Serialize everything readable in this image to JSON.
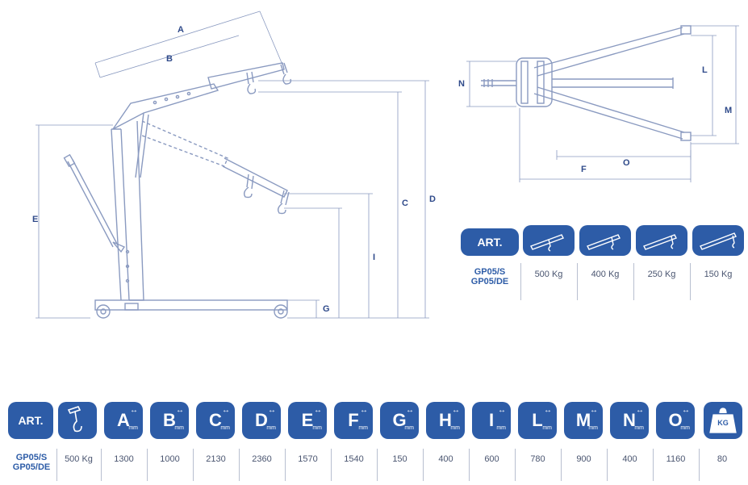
{
  "dimension_letters": [
    "A",
    "B",
    "C",
    "D",
    "E",
    "F",
    "G",
    "I",
    "L",
    "M",
    "N",
    "O"
  ],
  "load_table": {
    "art_label": "ART.",
    "model_line1": "GP05/S",
    "model_line2": "GP05/DE",
    "loads": [
      "500 Kg",
      "400 Kg",
      "250 Kg",
      "150 Kg"
    ]
  },
  "spec_table": {
    "art_label": "ART.",
    "model_line1": "GP05/S",
    "model_line2": "GP05/DE",
    "unit_label": "mm",
    "weight_label": "KG",
    "columns": [
      {
        "key": "A",
        "value": "1300"
      },
      {
        "key": "B",
        "value": "1000"
      },
      {
        "key": "C",
        "value": "2130"
      },
      {
        "key": "D",
        "value": "2360"
      },
      {
        "key": "E",
        "value": "1570"
      },
      {
        "key": "F",
        "value": "1540"
      },
      {
        "key": "G",
        "value": "150"
      },
      {
        "key": "H",
        "value": "400"
      },
      {
        "key": "I",
        "value": "600"
      },
      {
        "key": "L",
        "value": "780"
      },
      {
        "key": "M",
        "value": "900"
      },
      {
        "key": "N",
        "value": "400"
      },
      {
        "key": "O",
        "value": "1160"
      }
    ],
    "hook_value": "500 Kg",
    "weight_value": "80"
  },
  "colors": {
    "accent": "#2d5ca7",
    "line": "#8a9ac0",
    "text": "#4a5570"
  }
}
